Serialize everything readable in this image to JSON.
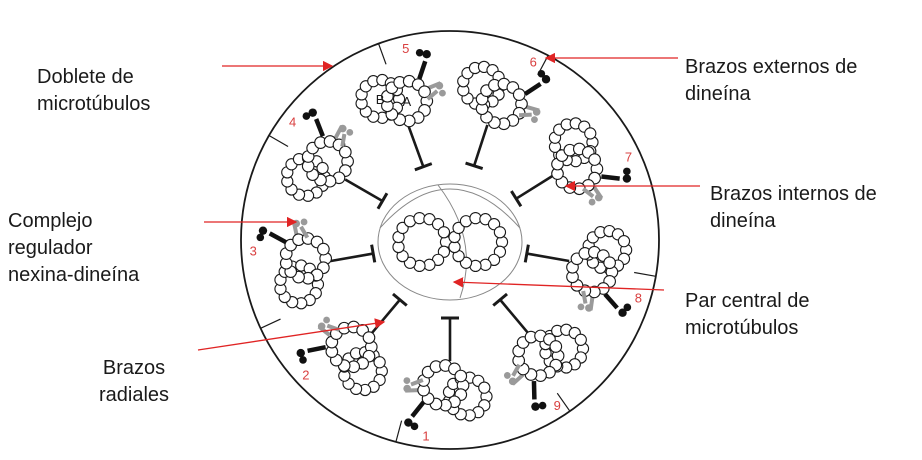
{
  "labels": {
    "doublet": "Doblete de\nmicrotúbulos",
    "outer_arms": "Brazos externos de\ndineína",
    "inner_arms": "Brazos internos de\ndineína",
    "nexin": "Complejo\nregulador\nnexina-dineína",
    "central_pair": "Par central de\nmicrotúbulos",
    "radial": "Brazos\nradiales"
  },
  "doublet_numbers": [
    "1",
    "2",
    "3",
    "4",
    "5",
    "6",
    "7",
    "8",
    "9"
  ],
  "tubule_letters": {
    "a": "A",
    "b": "B"
  },
  "colors": {
    "outline": "#1a1a1a",
    "arrow": "#e02424",
    "numbers": "#d94040",
    "inner_arm": "#9a9a9a",
    "outer_arm": "#111111"
  }
}
